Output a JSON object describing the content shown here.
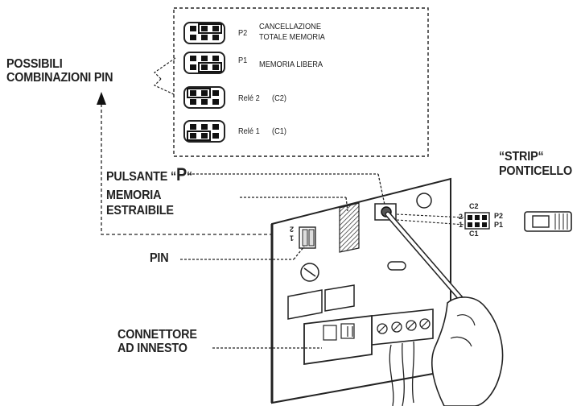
{
  "labels": {
    "possibili_1": "POSSIBILI",
    "possibili_2": "COMBINAZIONI PIN",
    "pulsante_prefix": "PULSANTE “",
    "pulsante_p": "P",
    "pulsante_suffix": "“",
    "memoria_1": "MEMORIA",
    "memoria_2": "ESTRAIBILE",
    "pin": "PIN",
    "connettore_1": "CONNETTORE",
    "connettore_2": "AD INNESTO",
    "strip_1": "“STRIP“",
    "strip_2": "PONTICELLO"
  },
  "combinations": [
    {
      "code": "P2",
      "desc_1": "CANCELLAZIONE",
      "desc_2": "TOTALE MEMORIA"
    },
    {
      "code": "P1",
      "desc_1": "MEMORIA LIBERA",
      "desc_2": ""
    },
    {
      "code": "Relé 2",
      "desc_1": "(C2)",
      "desc_2": ""
    },
    {
      "code": "Relé 1",
      "desc_1": "(C1)",
      "desc_2": ""
    }
  ],
  "pin_header": {
    "c2": "C2",
    "c1": "C1",
    "row2": "2",
    "row1": "1",
    "p2": "P2",
    "p1": "P1"
  },
  "board_marks": {
    "pin_num_1": "1",
    "pin_num_2": "2"
  }
}
